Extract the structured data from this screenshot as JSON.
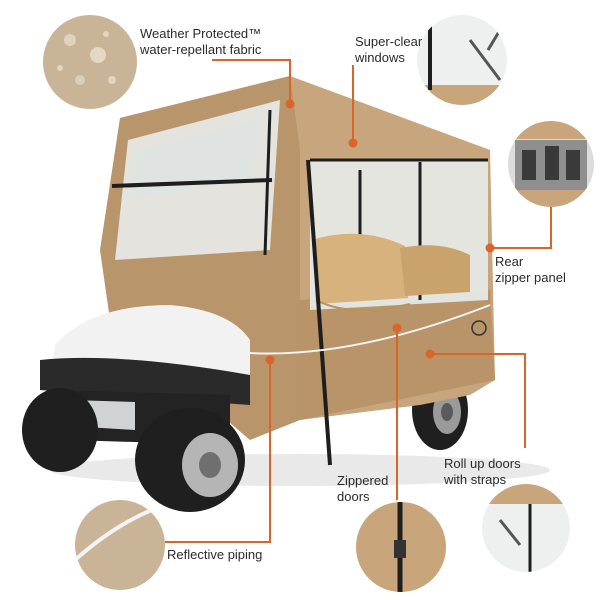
{
  "callouts": {
    "fabric": {
      "line1": "Weather Protected™",
      "line2": "water-repellant fabric"
    },
    "windows": {
      "line1": "Super-clear",
      "line2": "windows"
    },
    "rear": {
      "line1": "Rear",
      "line2": "zipper panel"
    },
    "doors": {
      "line1": "Zippered",
      "line2": "doors"
    },
    "rollup": {
      "line1": "Roll up doors",
      "line2": "with straps"
    },
    "piping": {
      "line1": "Reflective piping"
    }
  },
  "colors": {
    "fabric": "#c7a57d",
    "fabric_dark": "#a8865d",
    "accent_line": "#d9652a",
    "seat": "#d8b27c",
    "tire": "#1f1f1f",
    "body_white": "#f2f2f2"
  }
}
